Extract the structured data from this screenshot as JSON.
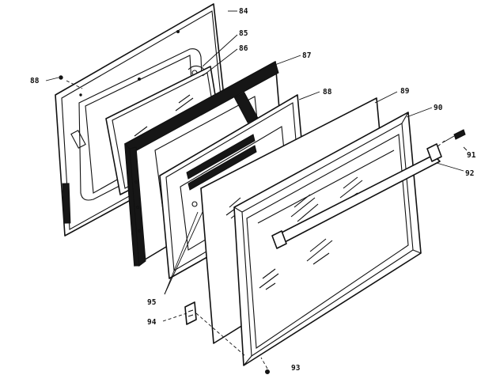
{
  "callouts": {
    "c84": "84",
    "c85": "85",
    "c86": "86",
    "c87": "87",
    "c88": "88",
    "c89": "89",
    "c90": "90",
    "c91": "91",
    "c92": "92",
    "c93": "93",
    "c94": "94",
    "c95": "95",
    "c88b": "88"
  },
  "colors": {
    "line": "#111111",
    "background": "#ffffff"
  }
}
